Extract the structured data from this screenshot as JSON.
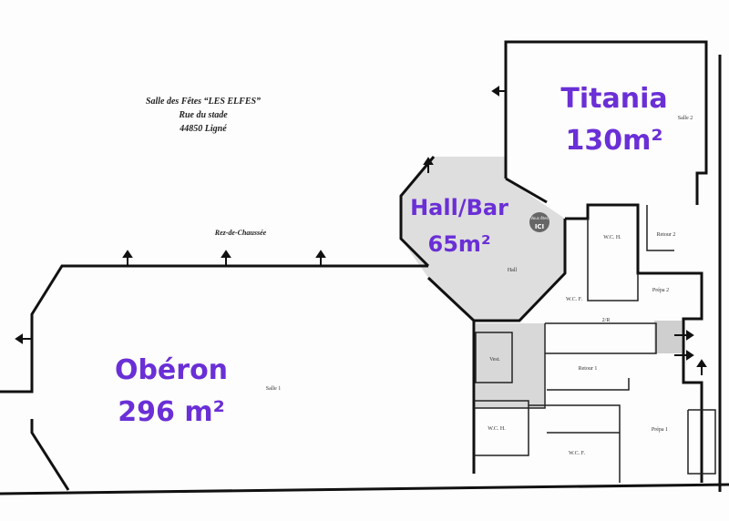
{
  "header": {
    "line1": "Salle des Fêtes “LES ELFES”",
    "line2": "Rue du stade",
    "line3": "44850  Ligné"
  },
  "floor_label": "Rez-de-Chaussée",
  "rooms": {
    "salle1": "Salle 1",
    "salle2": "Salle 2",
    "hall": "Hall",
    "vest": "Vest.",
    "wch_top": "W.C. H.",
    "wcf_top": "W.C. F.",
    "wch_bottom": "W.C. H.",
    "wcf_bottom": "W.C. F.",
    "retour1": "Retour 1",
    "retour2": "Retour 2",
    "prepa1": "Prépa 1",
    "prepa2": "Prépa 2",
    "r2": "2/R"
  },
  "overlay_labels": {
    "titania_name": "Titania",
    "titania_area": "130m²",
    "hall_name": "Hall/Bar",
    "hall_area": "65m²",
    "oberon_name": "Obéron",
    "oberon_area": "296 m²"
  },
  "you_are_here": {
    "line1": "Vous êtes",
    "line2": "ICI"
  },
  "colors": {
    "accent": "#6a2fd6",
    "shade": "#dcdcdc"
  }
}
